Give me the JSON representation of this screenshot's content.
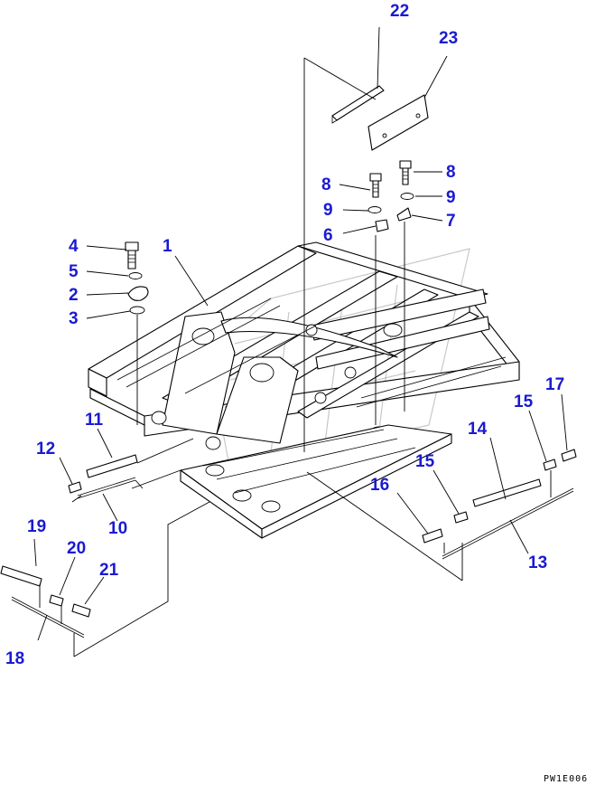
{
  "diagram": {
    "drawing_code": "PW1E006",
    "callouts": [
      {
        "id": "22",
        "label": "22"
      },
      {
        "id": "23",
        "label": "23"
      },
      {
        "id": "8a",
        "label": "8"
      },
      {
        "id": "8b",
        "label": "8"
      },
      {
        "id": "9a",
        "label": "9"
      },
      {
        "id": "9b",
        "label": "9"
      },
      {
        "id": "6",
        "label": "6"
      },
      {
        "id": "7",
        "label": "7"
      },
      {
        "id": "4",
        "label": "4"
      },
      {
        "id": "5",
        "label": "5"
      },
      {
        "id": "2",
        "label": "2"
      },
      {
        "id": "3",
        "label": "3"
      },
      {
        "id": "1",
        "label": "1"
      },
      {
        "id": "11",
        "label": "11"
      },
      {
        "id": "12",
        "label": "12"
      },
      {
        "id": "10",
        "label": "10"
      },
      {
        "id": "14",
        "label": "14"
      },
      {
        "id": "15a",
        "label": "15"
      },
      {
        "id": "17",
        "label": "17"
      },
      {
        "id": "15b",
        "label": "15"
      },
      {
        "id": "16",
        "label": "16"
      },
      {
        "id": "13",
        "label": "13"
      },
      {
        "id": "19",
        "label": "19"
      },
      {
        "id": "20",
        "label": "20"
      },
      {
        "id": "21",
        "label": "21"
      },
      {
        "id": "18",
        "label": "18"
      }
    ],
    "colors": {
      "callout": "#1a1ad2",
      "line": "#000000",
      "watermark": "#9a9a9a"
    }
  }
}
